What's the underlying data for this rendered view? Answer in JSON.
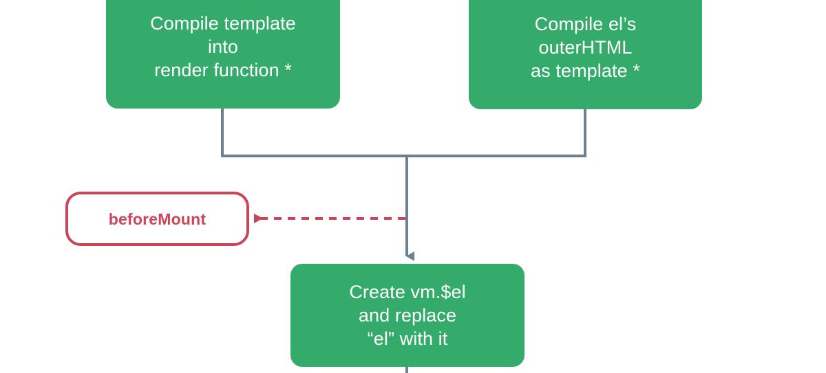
{
  "diagram": {
    "type": "flowchart",
    "title": "Vue lifecycle — mounting phase fragment",
    "colors": {
      "process_fill": "#34ab6a",
      "process_text": "#ffffff",
      "hook_border": "#cb4557",
      "hook_text": "#cb4557",
      "hook_fill": "#ffffff",
      "connector": "#6b8090",
      "dashed_connector": "#cb4557",
      "background": "#ffffff"
    },
    "nodes": [
      {
        "id": "compile-template",
        "kind": "process",
        "label": "Compile template\ninto\nrender function *"
      },
      {
        "id": "compile-outerhtml",
        "kind": "process",
        "label": "Compile el’s\nouterHTML\nas template *"
      },
      {
        "id": "before-mount",
        "kind": "lifecycle-hook",
        "label": "beforeMount"
      },
      {
        "id": "create-vmel",
        "kind": "process",
        "label": "Create vm.$el\nand replace\n“el” with it"
      }
    ],
    "edges": [
      {
        "id": "into-compile-template",
        "from": "above",
        "to": "compile-template",
        "style": "solid",
        "arrow": "down"
      },
      {
        "id": "into-compile-outerhtml",
        "from": "above",
        "to": "compile-outerhtml",
        "style": "solid",
        "arrow": "down"
      },
      {
        "id": "merge-to-create-vmel",
        "from": "compile-template,compile-outerhtml",
        "to": "create-vmel",
        "style": "solid",
        "arrow": "down"
      },
      {
        "id": "to-before-mount",
        "from": "merge-to-create-vmel",
        "to": "before-mount",
        "style": "dashed",
        "arrow": "left"
      },
      {
        "id": "out-of-create-vmel",
        "from": "create-vmel",
        "to": "below",
        "style": "solid",
        "arrow": "none"
      }
    ]
  }
}
